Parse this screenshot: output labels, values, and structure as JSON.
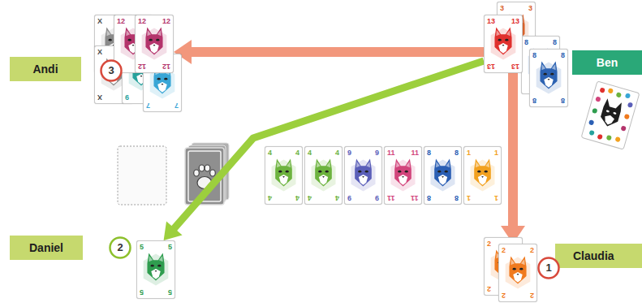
{
  "diagram": {
    "nodes": [
      {
        "text": [
          "Andi"
        ]
      },
      {
        "text": [
          "3"
        ]
      },
      {
        "text": [
          "X"
        ]
      },
      {
        "text": [
          "X",
          "X"
        ]
      },
      {
        "text": [
          "9"
        ]
      },
      {
        "text": [
          "7",
          "7"
        ]
      },
      {
        "text": [
          "12"
        ]
      },
      {
        "text": [
          "12",
          "12",
          "12",
          "12"
        ]
      },
      {
        "text": [
          "3",
          "3"
        ]
      },
      {
        "text": [
          "8",
          "8"
        ]
      },
      {
        "text": [
          "8",
          "8",
          "8",
          "8"
        ]
      },
      {
        "text": [
          "13",
          "13",
          "13",
          "13"
        ]
      },
      {
        "text": [
          "Ben"
        ]
      },
      {
        "text": [
          "4",
          "4",
          "4",
          "4"
        ]
      },
      {
        "text": [
          "4",
          "4",
          "4",
          "4"
        ]
      },
      {
        "text": [
          "9",
          "9",
          "9",
          "9"
        ]
      },
      {
        "text": [
          "11",
          "11",
          "11",
          "11"
        ]
      },
      {
        "text": [
          "8",
          "8",
          "8",
          "8"
        ]
      },
      {
        "text": [
          "1",
          "1",
          "1",
          "1"
        ]
      },
      {
        "text": [
          "Daniel"
        ]
      },
      {
        "text": [
          "2"
        ]
      },
      {
        "text": [
          "5",
          "5",
          "5",
          "5"
        ]
      },
      {
        "text": [
          "2",
          "2"
        ]
      },
      {
        "text": [
          "2",
          "2",
          "2",
          "2"
        ]
      },
      {
        "text": [
          "1"
        ]
      },
      {
        "text": [
          "Claudia"
        ]
      }
    ],
    "edges": [
      {
        "from": 11,
        "to": 7,
        "arrow": "to"
      },
      {
        "from": 11,
        "to": 21,
        "arrow": "to"
      },
      {
        "from": 11,
        "to": 23,
        "arrow": "to"
      }
    ]
  }
}
